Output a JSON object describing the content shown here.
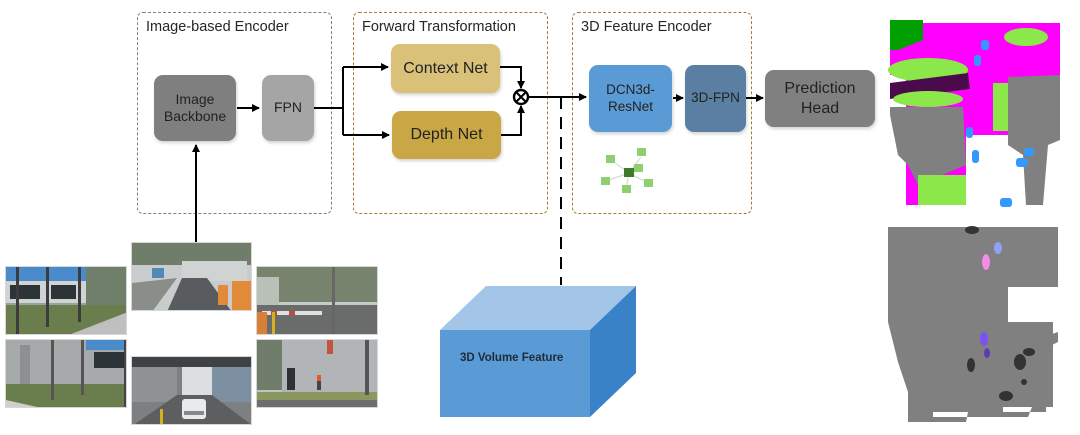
{
  "groups": {
    "image_encoder": {
      "title": "Image-based Encoder"
    },
    "forward_transformation": {
      "title": "Forward Transformation"
    },
    "feature_encoder_3d": {
      "title": "3D Feature Encoder"
    }
  },
  "nodes": {
    "image_backbone": {
      "label": "Image\nBackbone",
      "color": "#7f7f7f"
    },
    "fpn": {
      "label": "FPN",
      "color": "#a5a5a5"
    },
    "context_net": {
      "label": "Context Net",
      "color": "#d9c17a"
    },
    "depth_net": {
      "label": "Depth Net",
      "color": "#c9a744"
    },
    "dcn3d_resnet": {
      "label": "DCN3d-\nResNet",
      "color": "#5b9bd5"
    },
    "fpn_3d": {
      "label": "3D-FPN",
      "color": "#5a7fa3"
    },
    "prediction_head": {
      "label": "Prediction\nHead",
      "color": "#808080"
    }
  },
  "operator": {
    "symbol": "⊗",
    "meaning": "outer-product"
  },
  "volume": {
    "label": "3D Volume Feature",
    "front_color": "#5b9bd5",
    "top_color": "#a3c6e8",
    "side_color": "#3a82c8"
  },
  "camera_views": [
    {
      "id": "front-left",
      "description": "building with grass"
    },
    {
      "id": "front",
      "description": "car park entrance with barriers"
    },
    {
      "id": "front-right",
      "description": "boom barrier and trees"
    },
    {
      "id": "back-left",
      "description": "building with columns"
    },
    {
      "id": "back",
      "description": "white car under overpass"
    },
    {
      "id": "back-right",
      "description": "pedestrian near building"
    }
  ],
  "outputs": [
    {
      "id": "semantic-occupancy-map",
      "colors": [
        "#ff00ff",
        "#8ce84a",
        "#00a000",
        "#808080",
        "#3399ff",
        "#4b0a4b"
      ]
    },
    {
      "id": "instance-occupancy-map",
      "colors": [
        "#808080",
        "#333333",
        "#7b52f5",
        "#f28ce6",
        "#8fa0f5"
      ]
    }
  ]
}
